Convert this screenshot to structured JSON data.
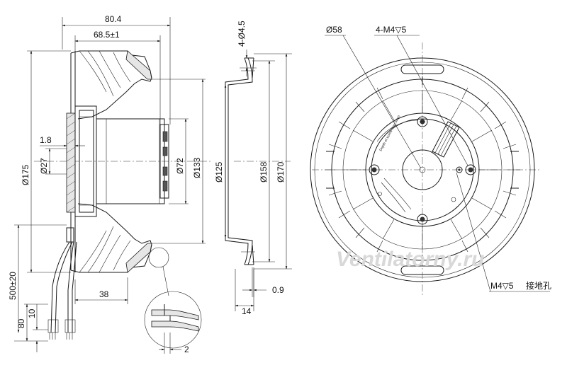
{
  "side_view": {
    "width_overall": "80.4",
    "width_inlet": "68.5±1",
    "shaft_offset": "1.8",
    "hub_dia": "Ø27",
    "outer_dia": "Ø175",
    "motor_dia": "Ø72",
    "body_dia": "Ø133",
    "cable_length": "500±20",
    "cable_strip_80": "80",
    "cable_strip_10": "10",
    "cable_offset": "38",
    "detail_thickness": "2"
  },
  "flange_view": {
    "slots": "4-Ø4.5",
    "inner_dia": "Ø125",
    "hole_circle": "Ø158",
    "outer_dia": "Ø170",
    "flange_thickness": "0.9",
    "depth": "14"
  },
  "front_view": {
    "hub_dia": "Ø58",
    "mount_threads": "4-M4▽5",
    "ground_thread": "M4▽5",
    "ground_label": "接地孔",
    "screw_note": "Depth of screw max.5mm"
  },
  "watermark": "Ventilatorny.ru"
}
